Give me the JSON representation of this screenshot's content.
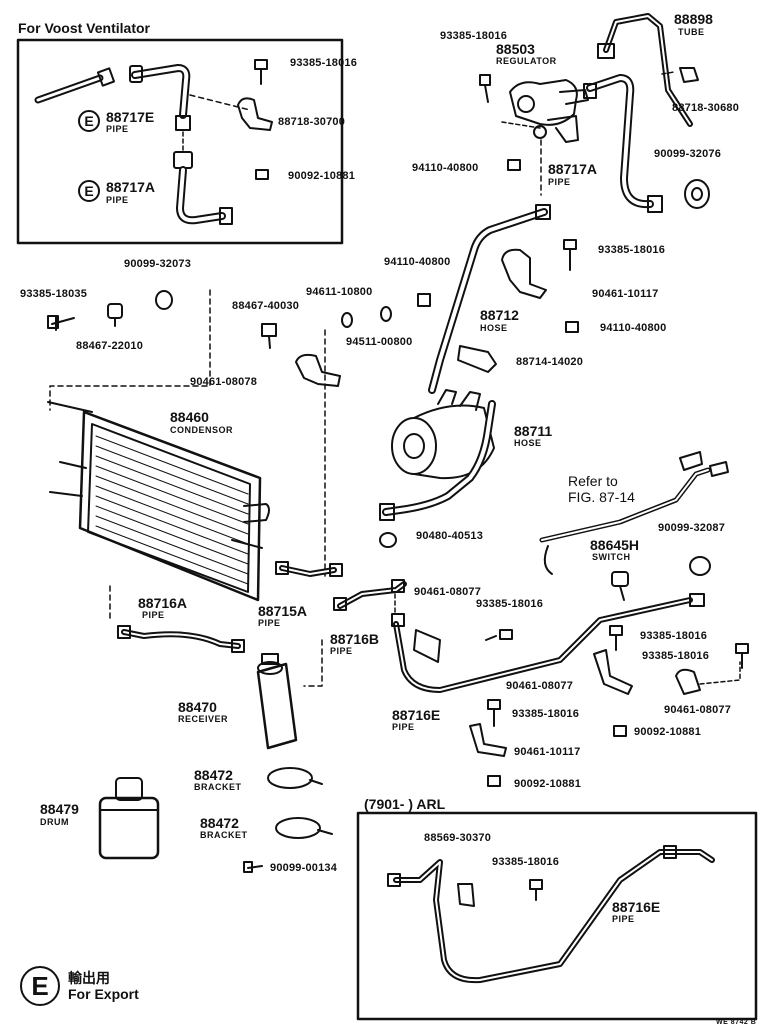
{
  "header": {
    "voost_title": "For  Voost Ventilator"
  },
  "sections": {
    "arl_label": "(7901-        ) ARL"
  },
  "legend": {
    "symbol": "E",
    "jp_text": "輸出用",
    "en_text": "For Export"
  },
  "reference": {
    "line1": "Refer to",
    "line2": "FIG. 87-14"
  },
  "footer_code": "WE 8742 B",
  "parts": {
    "p93385_18016_a": "93385-18016",
    "p88503": "88503",
    "p88503_name": "REGULATOR",
    "p88898": "88898",
    "p88898_name": "TUBE",
    "p88718_30680": "88718-30680",
    "p90099_32076": "90099-32076",
    "p94110_40800_a": "94110-40800",
    "p88717A_main": "88717A",
    "p88717A_main_name": "PIPE",
    "p93385_18016_b": "93385-18016",
    "p94110_40800_b": "94110-40800",
    "p90461_10117_a": "90461-10117",
    "p94110_40800_c": "94110-40800",
    "p88712": "88712",
    "p88712_name": "HOSE",
    "p88714_14020": "88714-14020",
    "p93385_18016_v": "93385-18016",
    "p88717E": "88717E",
    "p88717E_name": "PIPE",
    "p88718_30700": "88718-30700",
    "p88717A_v": "88717A",
    "p88717A_v_name": "PIPE",
    "p90092_10881_v": "90092-10881",
    "p90099_32073": "90099-32073",
    "p93385_18035": "93385-18035",
    "p88467_22010": "88467-22010",
    "p88467_40030": "88467-40030",
    "p94611_10800": "94611-10800",
    "p94511_00800": "94511-00800",
    "p90461_08078": "90461-08078",
    "p88460": "88460",
    "p88460_name": "CONDENSOR",
    "p88711": "88711",
    "p88711_name": "HOSE",
    "p90480_40513": "90480-40513",
    "p90099_32087": "90099-32087",
    "p88645H": "88645H",
    "p88645H_name": "SWITCH",
    "p88716A": "88716A",
    "p88716A_name": "PIPE",
    "p88715A": "88715A",
    "p88715A_name": "PIPE",
    "p88716B": "88716B",
    "p88716B_name": "PIPE",
    "p90461_08077_a": "90461-08077",
    "p93385_18016_c": "93385-18016",
    "p93385_18016_d": "93385-18016",
    "p93385_18016_e": "93385-18016",
    "p90461_08077_b": "90461-08077",
    "p90461_08077_c": "90461-08077",
    "p88470": "88470",
    "p88470_name": "RECEIVER",
    "p88716E": "88716E",
    "p88716E_name": "PIPE",
    "p93385_18016_f": "93385-18016",
    "p90461_10117_b": "90461-10117",
    "p90092_10881_a": "90092-10881",
    "p90092_10881_b": "90092-10881",
    "p88472_a": "88472",
    "p88472_a_name": "BRACKET",
    "p88479": "88479",
    "p88479_name": "DRUM",
    "p88472_b": "88472",
    "p88472_b_name": "BRACKET",
    "p90099_00134": "90099-00134",
    "p88569_30370": "88569-30370",
    "p93385_18016_g": "93385-18016",
    "p88716E_arl": "88716E",
    "p88716E_arl_name": "PIPE"
  }
}
